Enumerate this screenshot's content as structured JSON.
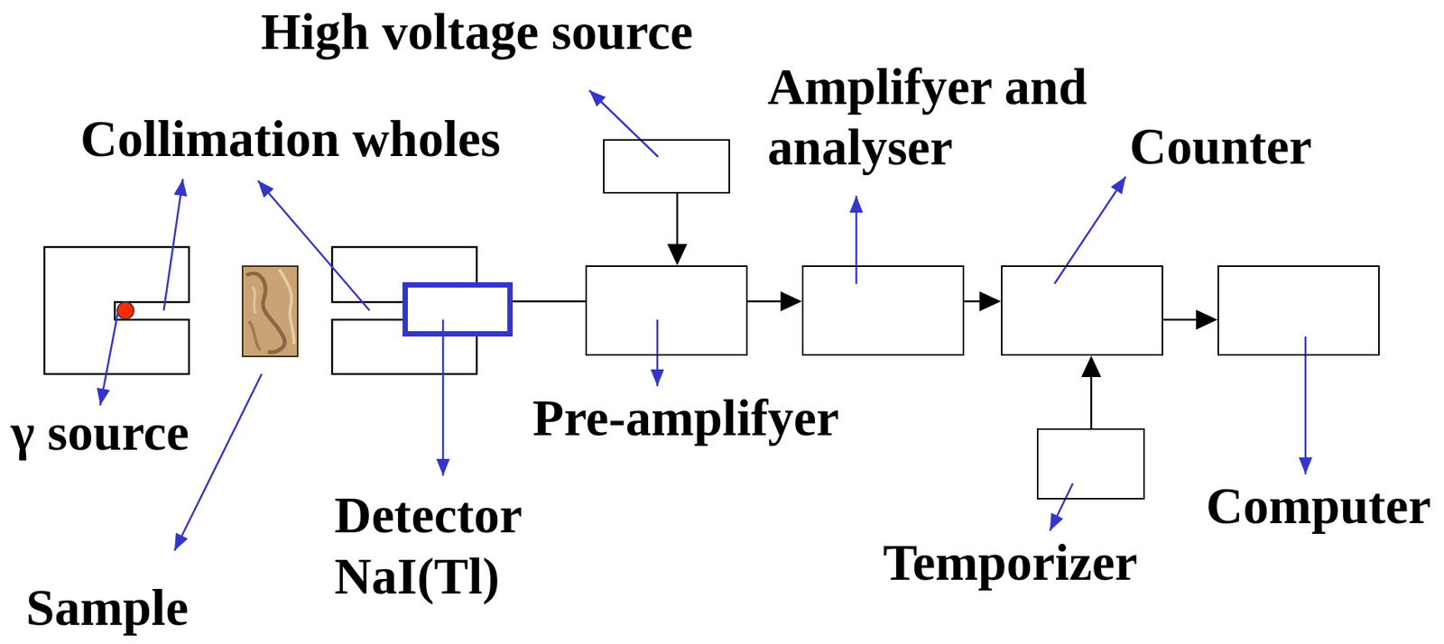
{
  "diagram": {
    "nodes": [
      {
        "text": [
          "Detector NaI(Tl)"
        ]
      },
      {
        "text": [
          "High voltage source"
        ]
      },
      {
        "text": [
          "Pre-amplifyer"
        ]
      },
      {
        "text": [
          "Amplifyer and analyser"
        ]
      },
      {
        "text": [
          "Counter"
        ]
      },
      {
        "text": [
          "Temporizer"
        ]
      },
      {
        "text": [
          "Computer"
        ]
      }
    ],
    "edges": [
      {
        "from": 0,
        "to": 2,
        "arrow": "none"
      },
      {
        "from": 1,
        "to": 2,
        "arrow": "to"
      },
      {
        "from": 2,
        "to": 3,
        "arrow": "to"
      },
      {
        "from": 3,
        "to": 4,
        "arrow": "to"
      },
      {
        "from": 5,
        "to": 4,
        "arrow": "to"
      },
      {
        "from": 4,
        "to": 6,
        "arrow": "to"
      }
    ],
    "labels": [
      "Collimation wholes",
      "γ source",
      "Sample"
    ]
  }
}
